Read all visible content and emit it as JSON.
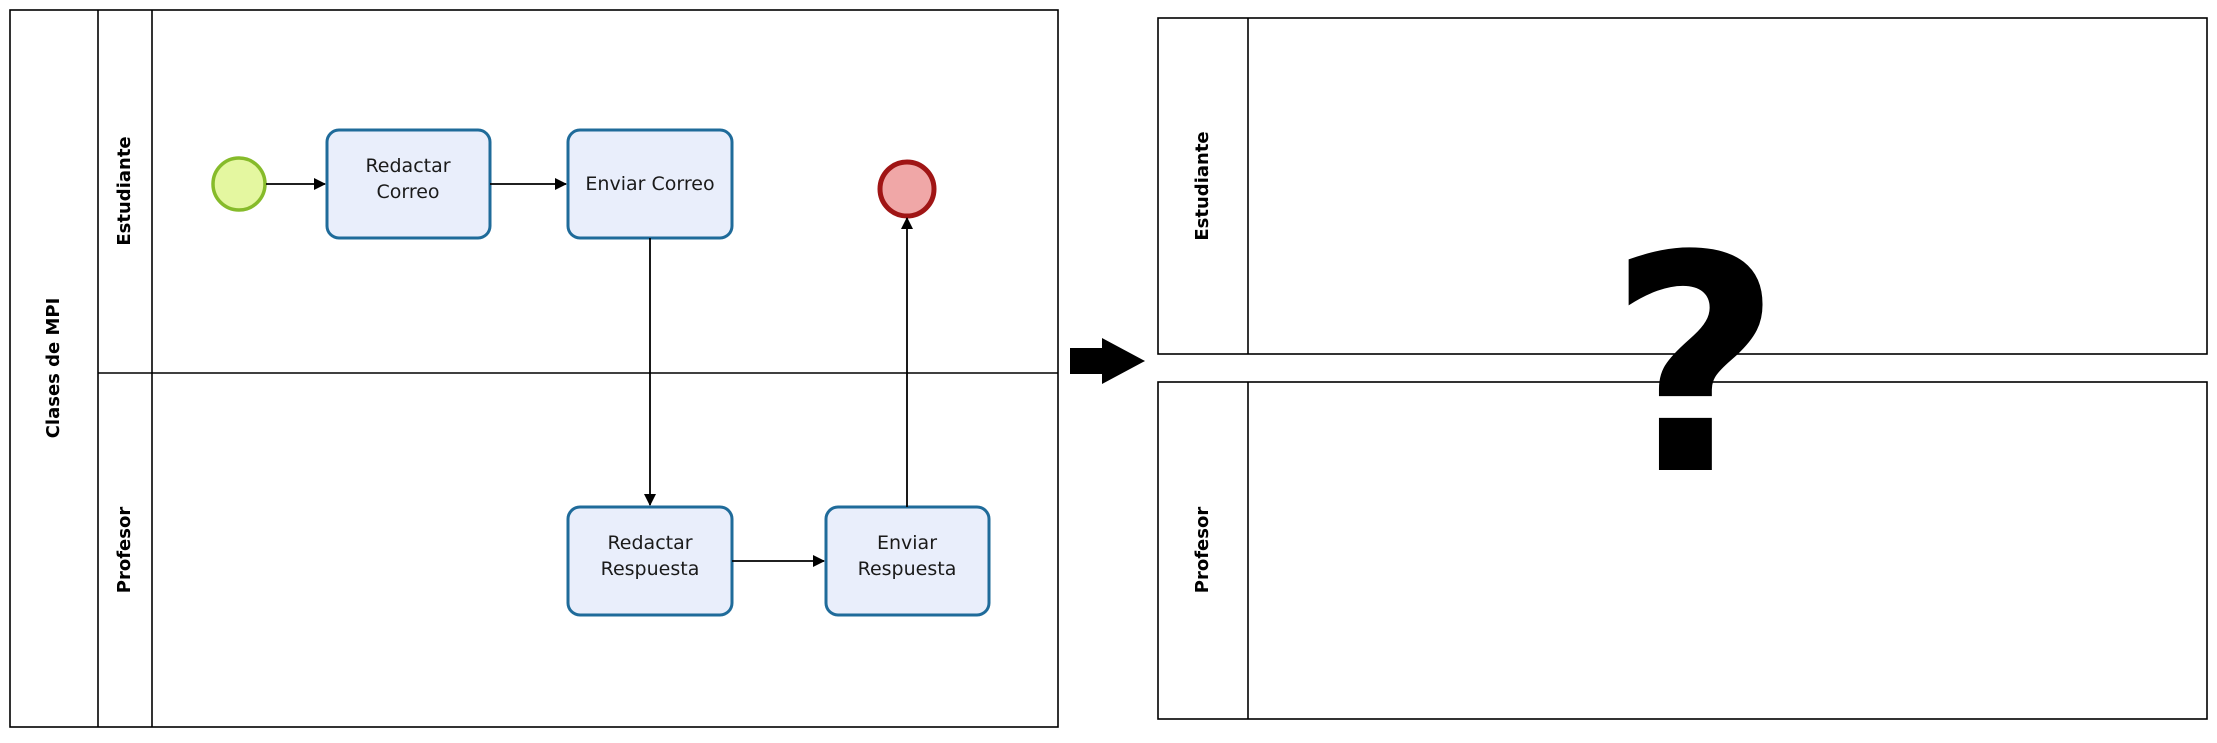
{
  "pool": {
    "label": "Clases de MPI",
    "lanes": [
      {
        "label": "Estudiante"
      },
      {
        "label": "Profesor"
      }
    ]
  },
  "tasks": {
    "redactar_correo": [
      "Redactar",
      "Correo"
    ],
    "enviar_correo": [
      "Enviar Correo"
    ],
    "redactar_respuesta": [
      "Redactar",
      "Respuesta"
    ],
    "enviar_respuesta": [
      "Enviar",
      "Respuesta"
    ]
  },
  "events": {
    "start_color": "#e4f7a0",
    "start_stroke": "#86bb2a",
    "end_color": "#f0a7a7",
    "end_stroke": "#a01515"
  },
  "target": {
    "lanes": [
      {
        "label": "Estudiante"
      },
      {
        "label": "Profesor"
      }
    ],
    "placeholder": "?"
  },
  "colors": {
    "task_fill": "#e9eefb",
    "task_stroke": "#1f6b9a"
  }
}
